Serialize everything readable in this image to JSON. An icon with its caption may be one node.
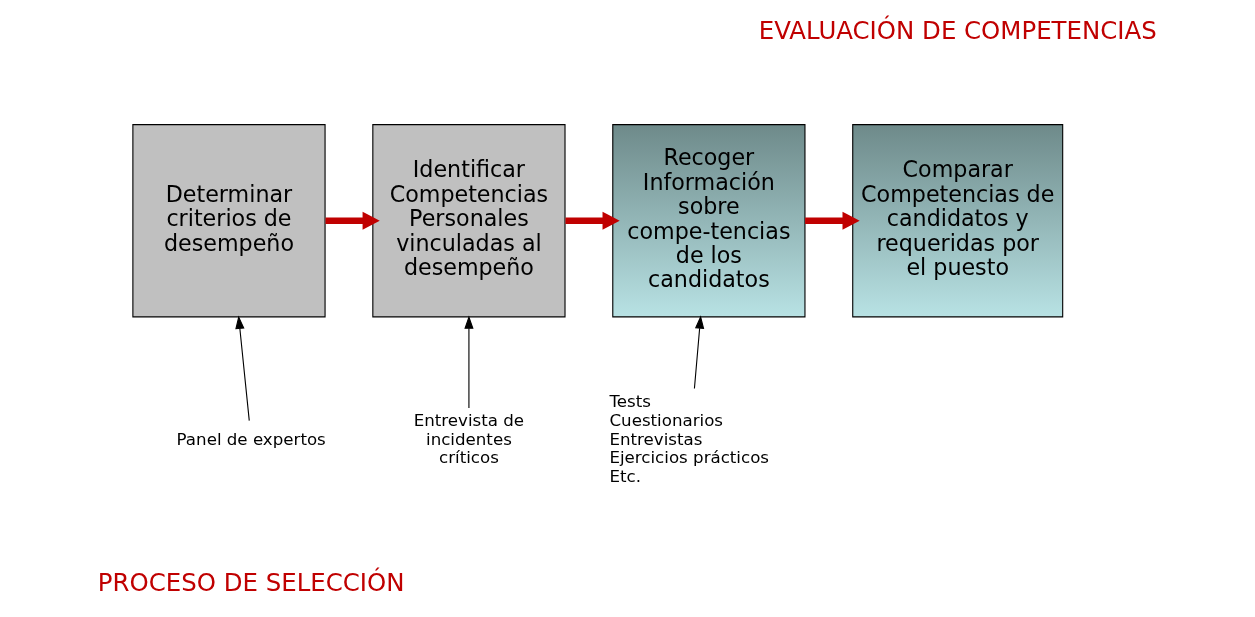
{
  "diagram": {
    "nodes": [
      {
        "text": [
          "Determinar criterios de desempeño"
        ]
      },
      {
        "text": [
          "Identificar Competencias Personales vinculadas al desempeño"
        ]
      },
      {
        "text": [
          "Recoger Información sobre compe-tencias de los candidatos"
        ]
      },
      {
        "text": [
          "Comparar Competencias de candidatos y requeridas por el puesto"
        ]
      },
      {
        "text": [
          "Panel de expertos"
        ]
      },
      {
        "text": [
          "Entrevista de incidentes críticos"
        ]
      },
      {
        "text": [
          "Tests",
          "Cuestionarios",
          "Entrevistas",
          "Ejercicios prácticos",
          "Etc."
        ]
      }
    ],
    "edges": [
      {
        "from": 0,
        "to": 1,
        "arrow": "to",
        "style": "thick",
        "color": "#c00000"
      },
      {
        "from": 1,
        "to": 2,
        "arrow": "to",
        "style": "thick",
        "color": "#c00000"
      },
      {
        "from": 2,
        "to": 3,
        "arrow": "to",
        "style": "thick",
        "color": "#c00000"
      },
      {
        "from": 4,
        "to": 0,
        "arrow": "to",
        "color": "#000000"
      },
      {
        "from": 5,
        "to": 1,
        "arrow": "to",
        "color": "#000000"
      },
      {
        "from": 6,
        "to": 2,
        "arrow": "to",
        "color": "#000000"
      }
    ],
    "labels": [
      "EVALUACIÓN DE COMPETENCIAS",
      "PROCESO DE SELECCIÓN"
    ]
  }
}
